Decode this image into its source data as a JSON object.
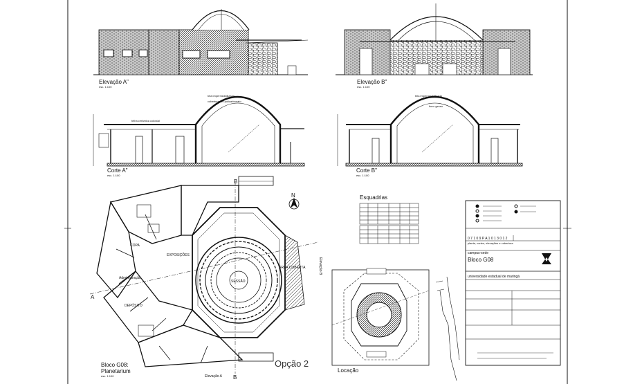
{
  "drawings": {
    "elevation_a": "Elevação A\"",
    "elevation_b": "Elevação B\"",
    "section_a": "Corte A\"",
    "section_b": "Corte B\"",
    "plan_title": "Bloco G08:",
    "plan_subtitle": "Planetarium",
    "option": "Opção 2",
    "location": "Locação",
    "north": "N",
    "axis_a": "A",
    "axis_b": "B",
    "elevation_a_plan": "Elevação A",
    "elevation_b_plan": "Elevação B"
  },
  "rooms": {
    "exposicoes": "EXPOSIÇÕES",
    "sessao": "SESSÃO",
    "area_coberta": "ÁREA COBERTA",
    "deposito": "DEPÓSITO",
    "administracao": "Administração",
    "copa": "COPA"
  },
  "tables": {
    "title": "Esquadrias"
  },
  "title_block": {
    "drawing_code": "0 7 1 0 9 P A 1    0 1 3 0 1 2",
    "drawing_content": "planta, cortes, elevações e cobertura",
    "campus": "campus-sede",
    "block": "Bloco G08",
    "university": "universidade estadual de maringá"
  },
  "colors": {
    "line": "#111111",
    "hatch": "#555555"
  }
}
